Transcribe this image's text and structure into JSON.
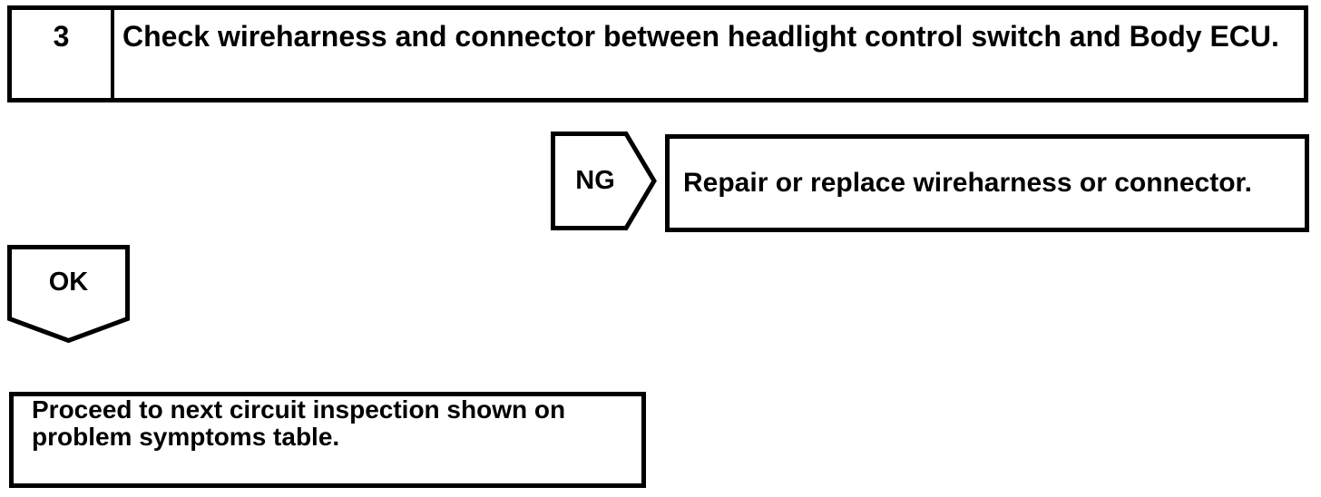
{
  "flowchart": {
    "step": {
      "number": "3",
      "instruction": "Check wireharness and connector between headlight control switch and Body ECU."
    },
    "ng_branch": {
      "label": "NG",
      "action": "Repair or replace wireharness or connector."
    },
    "ok_branch": {
      "label": "OK",
      "action": "Proceed to next circuit inspection shown on problem symptoms table."
    },
    "colors": {
      "ink": "#000000",
      "paper": "#ffffff"
    }
  }
}
